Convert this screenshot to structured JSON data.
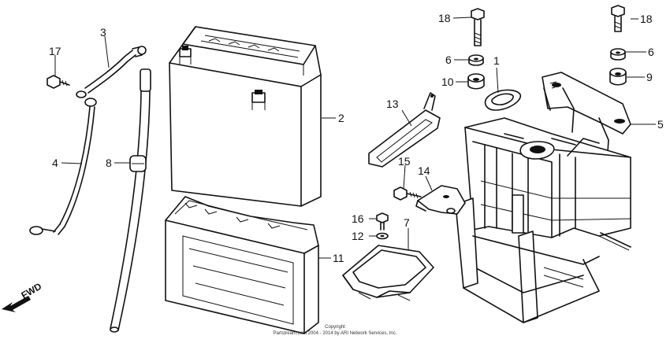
{
  "labels": {
    "p1": "1",
    "p2": "2",
    "p3": "3",
    "p4": "4",
    "p5": "5",
    "p6a": "6",
    "p6b": "6",
    "p7": "7",
    "p8": "8",
    "p9": "9",
    "p10": "10",
    "p11": "11",
    "p12": "12",
    "p13": "13",
    "p14": "14",
    "p15": "15",
    "p16": "16",
    "p17": "17",
    "p18a": "18",
    "p18b": "18"
  },
  "fwd_label": "FWD",
  "copyright": {
    "line1": "Copyright",
    "line2": "Partstream.com 2004 - 2014 by ARI Network Services, Inc."
  }
}
